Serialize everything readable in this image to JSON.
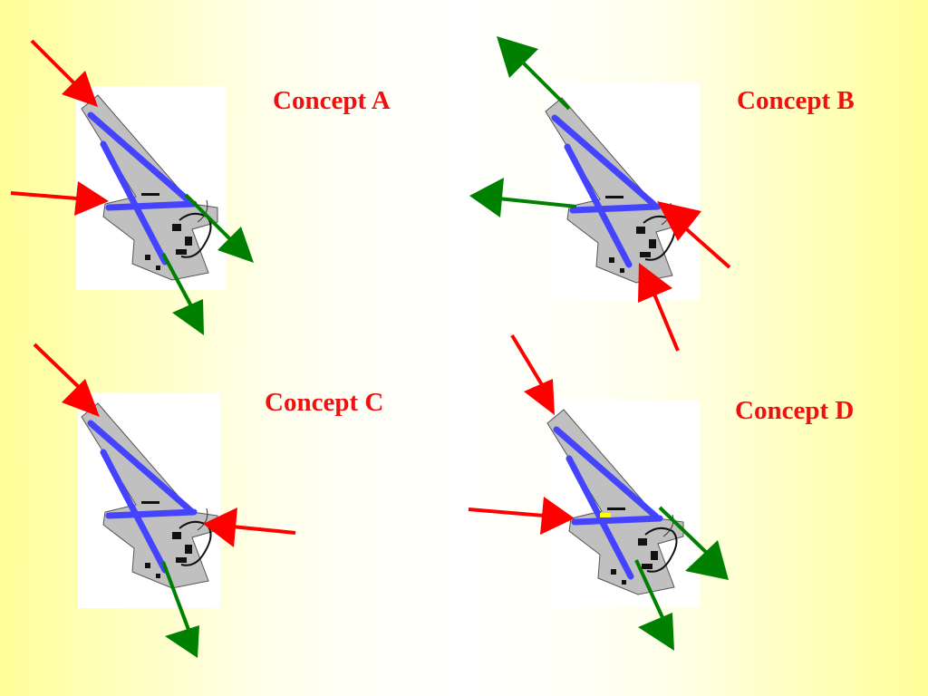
{
  "colors": {
    "background": "#ffff99",
    "arrival_arrow": "#ff0000",
    "departure_arrow": "#008000",
    "runway": "#4444ff",
    "airfield": "#c0c0c0",
    "label": "#ee1111"
  },
  "concepts": [
    {
      "id": "a",
      "label": "Concept A",
      "arrivals": 2,
      "departures": 2
    },
    {
      "id": "b",
      "label": "Concept B",
      "arrivals": 2,
      "departures": 2
    },
    {
      "id": "c",
      "label": "Concept C",
      "arrivals": 2,
      "departures": 1
    },
    {
      "id": "d",
      "label": "Concept D",
      "arrivals": 2,
      "departures": 2
    }
  ]
}
